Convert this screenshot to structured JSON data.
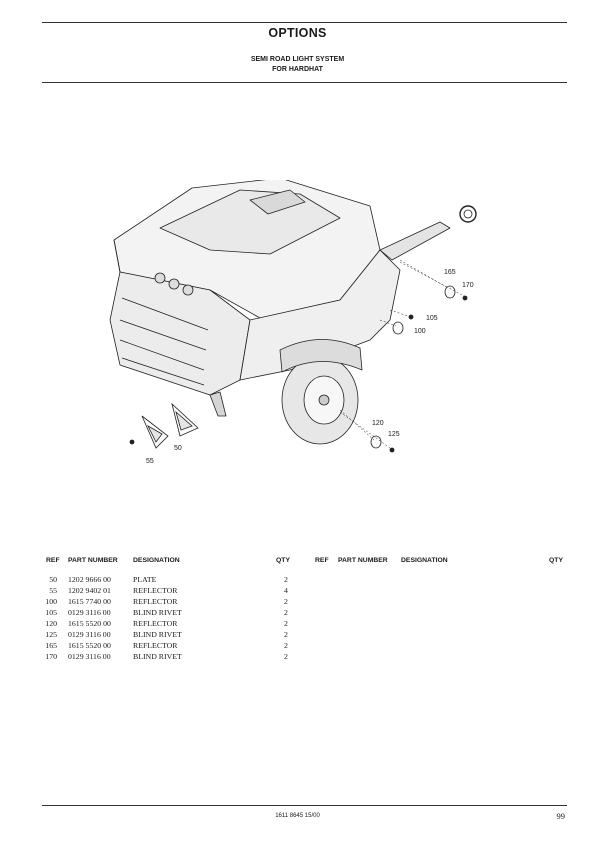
{
  "header": {
    "title": "OPTIONS",
    "subtitle_line1": "SEMI ROAD LIGHT SYSTEM",
    "subtitle_line2": "FOR HARDHAT"
  },
  "drawing": {
    "callouts": [
      "50",
      "55",
      "100",
      "105",
      "120",
      "125",
      "165",
      "170"
    ]
  },
  "table": {
    "headers": {
      "ref": "REF",
      "part_number": "PART NUMBER",
      "designation": "DESIGNATION",
      "qty": "QTY"
    },
    "rows": [
      {
        "ref": "50",
        "part_number": "1202 9666 00",
        "designation": "PLATE",
        "qty": "2"
      },
      {
        "ref": "55",
        "part_number": "1202 9402 01",
        "designation": "REFLECTOR",
        "qty": "4"
      },
      {
        "ref": "100",
        "part_number": "1615 7740 00",
        "designation": "REFLECTOR",
        "qty": "2"
      },
      {
        "ref": "105",
        "part_number": "0129 3116 00",
        "designation": "BLIND RIVET",
        "qty": "2"
      },
      {
        "ref": "120",
        "part_number": "1615 5520 00",
        "designation": "REFLECTOR",
        "qty": "2"
      },
      {
        "ref": "125",
        "part_number": "0129 3116 00",
        "designation": "BLIND RIVET",
        "qty": "2"
      },
      {
        "ref": "165",
        "part_number": "1615 5520 00",
        "designation": "REFLECTOR",
        "qty": "2"
      },
      {
        "ref": "170",
        "part_number": "0129 3116 00",
        "designation": "BLIND RIVET",
        "qty": "2"
      }
    ]
  },
  "footer": {
    "doc_code": "1611 8645 15/00",
    "page_number": "99"
  }
}
